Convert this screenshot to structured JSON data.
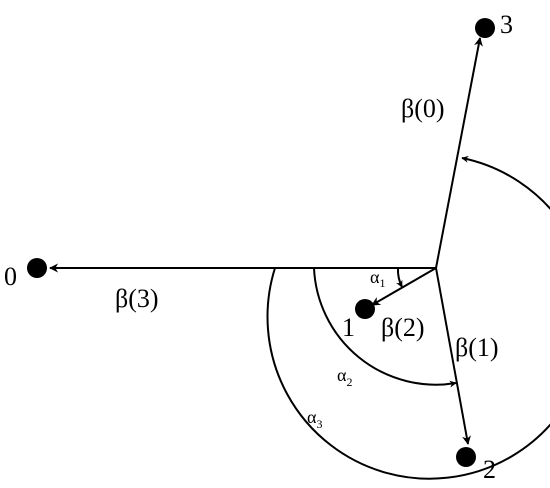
{
  "nodes": [
    {
      "id": "0",
      "label": "0"
    },
    {
      "id": "1",
      "label": "1"
    },
    {
      "id": "2",
      "label": "2"
    },
    {
      "id": "3",
      "label": "3"
    }
  ],
  "vectors": [
    {
      "id": "beta0",
      "label": "β(0)",
      "from": "center",
      "to": "3"
    },
    {
      "id": "beta1",
      "label": "β(1)",
      "from": "center",
      "to": "2"
    },
    {
      "id": "beta2",
      "label": "β(2)",
      "from": "center",
      "to": "1"
    },
    {
      "id": "beta3",
      "label": "β(3)",
      "from": "center",
      "to": "0"
    }
  ],
  "angles": [
    {
      "id": "alpha1",
      "symbol": "α",
      "sub": "1"
    },
    {
      "id": "alpha2",
      "symbol": "α",
      "sub": "2"
    },
    {
      "id": "alpha3",
      "symbol": "α",
      "sub": "3"
    }
  ],
  "colors": {
    "ink": "#000000",
    "background": "#ffffff"
  }
}
